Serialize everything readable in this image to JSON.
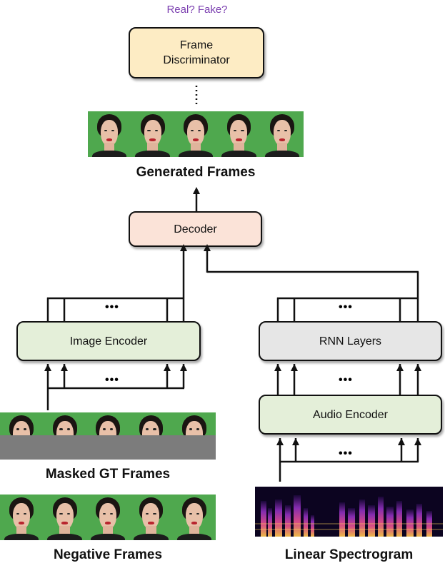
{
  "top_note": "Real? Fake?",
  "boxes": {
    "frame_discriminator": "Frame\nDiscriminator",
    "decoder": "Decoder",
    "image_encoder": "Image Encoder",
    "rnn_layers": "RNN Layers",
    "audio_encoder": "Audio Encoder"
  },
  "captions": {
    "generated_frames": "Generated Frames",
    "masked_gt_frames": "Masked GT Frames",
    "negative_frames": "Negative Frames",
    "linear_spectrogram": "Linear Spectrogram"
  },
  "ellipsis": "•••",
  "colors": {
    "frame_discriminator": "#fdecc4",
    "decoder": "#fbe3d8",
    "image_encoder": "#e4efd9",
    "rnn_layers": "#e6e6e6",
    "audio_encoder": "#e4efd9",
    "top_note": "#7b3fb0"
  }
}
